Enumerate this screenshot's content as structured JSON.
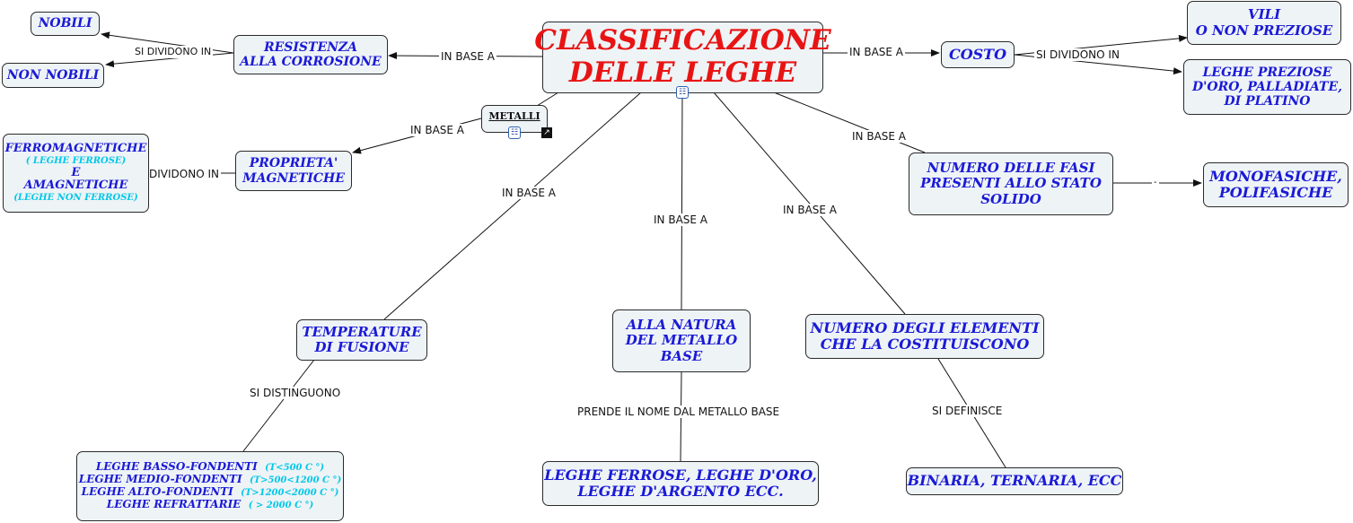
{
  "main_node": {
    "line1": "CLASSIFICAZIONE",
    "line2": "DELLE LEGHE"
  },
  "metalli": {
    "label": "METALLI"
  },
  "nodes": {
    "resistenza": {
      "line1": "RESISTENZA",
      "line2": "ALLA CORROSIONE"
    },
    "nobili": "NOBILI",
    "non_nobili": "NON NOBILI",
    "costo": "COSTO",
    "vili": {
      "line1": "VILI",
      "line2": "O NON PREZIOSE"
    },
    "preziose": {
      "line1": "LEGHE PREZIOSE",
      "line2": "D'ORO, PALLADIATE,",
      "line3": "DI PLATINO"
    },
    "proprieta": {
      "line1": "PROPRIETA'",
      "line2": "MAGNETICHE"
    },
    "ferro": {
      "line1": "FERROMAGNETICHE",
      "line2": "( LEGHE FERROSE)",
      "line3": "E",
      "line4": "AMAGNETICHE",
      "line5": "(LEGHE NON FERROSE)"
    },
    "fasi": {
      "line1": "NUMERO DELLE FASI",
      "line2": "PRESENTI ALLO STATO",
      "line3": "SOLIDO"
    },
    "mono": {
      "line1": "MONOFASICHE,",
      "line2": "POLIFASICHE"
    },
    "temperature": {
      "line1": "TEMPERATURE",
      "line2": "DI FUSIONE"
    },
    "natura": {
      "line1": "ALLA NATURA",
      "line2": "DEL METALLO",
      "line3": "BASE"
    },
    "elementi": {
      "line1": "NUMERO DEGLI ELEMENTI",
      "line2": "CHE LA COSTITUISCONO"
    },
    "fondenti": {
      "rows": [
        {
          "name": "LEGHE BASSO-FONDENTI",
          "range": "(T<500 C °)"
        },
        {
          "name": "LEGHE MEDIO-FONDENTI",
          "range": "(T>500<1200 C °)"
        },
        {
          "name": "LEGHE ALTO-FONDENTI",
          "range": "(T>1200<2000 C °)"
        },
        {
          "name": "LEGHE REFRATTARIE",
          "range": "( > 2000 C °)"
        }
      ]
    },
    "ferrose": {
      "line1": "LEGHE FERROSE, LEGHE D'ORO,",
      "line2": "LEGHE D'ARGENTO ECC."
    },
    "binaria": "BINARIA, TERNARIA, ECC"
  },
  "link_labels": {
    "si_dividono_1": "SI DIVIDONO IN",
    "in_base_a_1": "IN BASE A",
    "in_base_a_2": "IN BASE A",
    "si_dividono_2": "SI DIVIDONO IN",
    "in_base_a_3": "IN BASE A",
    "dividono_in": "DIVIDONO IN",
    "in_base_a_4": "IN BASE A",
    "in_base_a_5": "IN BASE A",
    "in_base_a_6": "IN BASE A",
    "in_base_a_7": "IN BASE A",
    "si_distinguono": "SI DISTINGUONO",
    "prende_nome": "PRENDE IL NOME DAL METALLO BASE",
    "si_definisce": "SI DEFINISCE",
    "dash": "-"
  },
  "colors": {
    "node_fill": "#eef3f6",
    "node_text": "#1a1ad6",
    "title_text": "#e81414",
    "sub_text": "#00c8e8"
  }
}
